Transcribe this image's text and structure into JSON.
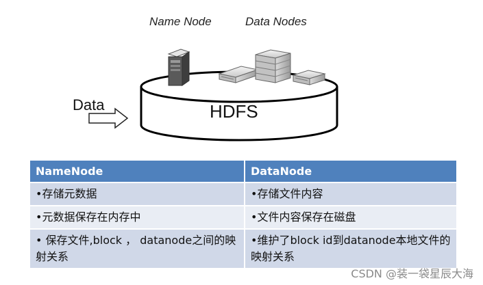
{
  "diagram": {
    "name_node_label": "Name Node",
    "data_nodes_label": "Data Nodes",
    "data_label": "Data",
    "hdfs_label": "HDFS"
  },
  "table": {
    "headers": [
      "NameNode",
      "DataNode"
    ],
    "header_color": "#4f81bd",
    "row_colors": [
      "#d0d8e8",
      "#e9edf4"
    ],
    "rows": [
      [
        "•存储元数据",
        "•存储文件内容"
      ],
      [
        "•元数据保存在内存中",
        "•文件内容保存在磁盘"
      ],
      [
        "• 保存文件,block ， datanode之间的映射关系",
        "•维护了block id到datanode本地文件的映射关系"
      ]
    ]
  },
  "watermark": "CSDN @装一袋星辰大海"
}
